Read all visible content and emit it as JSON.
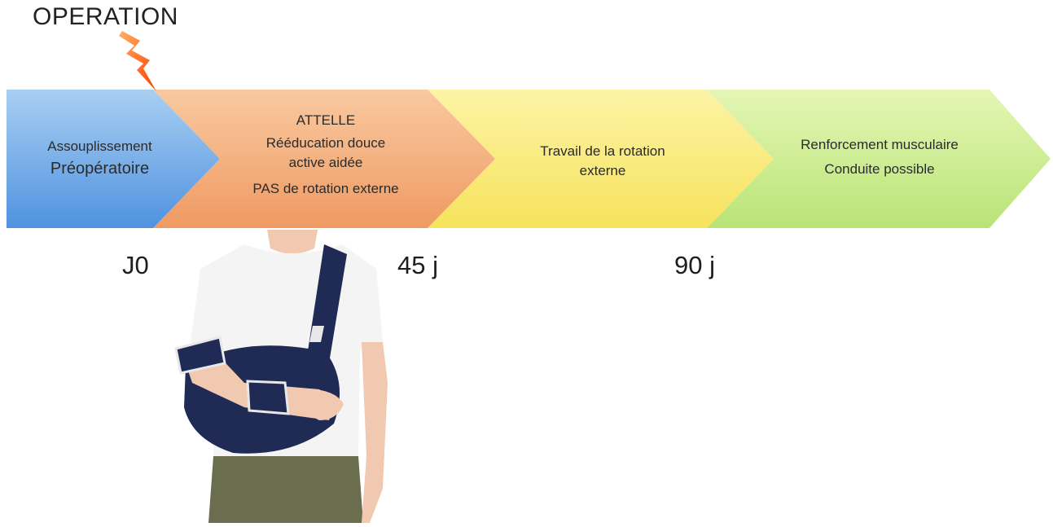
{
  "title": "OPERATION",
  "segments": [
    {
      "lines": [
        "Assouplissement",
        "Préopératoire"
      ],
      "color_light": "#a9cff2",
      "color_dark": "#4f92e0"
    },
    {
      "lines": [
        "ATTELLE",
        "Rééducation douce",
        "active aidée",
        "PAS de rotation externe"
      ],
      "color_light": "#f9c9a0",
      "color_dark": "#ef9a62"
    },
    {
      "lines": [
        "Travail de la rotation",
        "externe"
      ],
      "color_light": "#fdf3a6",
      "color_dark": "#f6e35c"
    },
    {
      "lines": [
        "Renforcement musculaire",
        "Conduite possible"
      ],
      "color_light": "#e4f6b5",
      "color_dark": "#b9e476"
    }
  ],
  "timeline_labels": [
    "J0",
    "45 j",
    "90 j"
  ],
  "illustration": {
    "icon": "person-arm-sling-icon",
    "shirt": "#f4f4f4",
    "sling": "#1f2a55",
    "pants": "#6a6e4e",
    "skin": "#f1c9b1"
  },
  "accent_colors": {
    "lightning": "#ff6a1a"
  }
}
